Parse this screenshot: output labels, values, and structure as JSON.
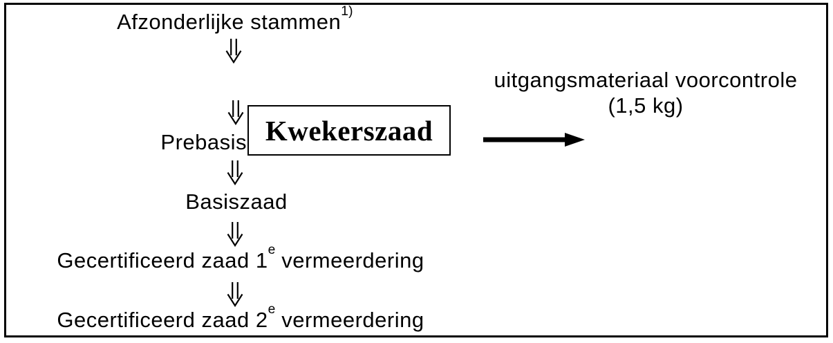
{
  "colors": {
    "ink": "#000000",
    "paper": "#ffffff"
  },
  "flowchart": {
    "step_top": {
      "label": "Afzonderlijke stammen",
      "footnote_marker": "1)"
    },
    "prebasis": {
      "label": "Prebasis"
    },
    "kwekerszaad": {
      "label": "Kwekerszaad"
    },
    "basiszaad": {
      "label": "Basiszaad"
    },
    "certified_1": {
      "prefix": "Gecertificeerd zaad 1",
      "superscript": "e",
      "suffix": "vermeerdering"
    },
    "certified_2": {
      "prefix": "Gecertificeerd zaad 2",
      "superscript": "e",
      "suffix": "vermeerdering"
    },
    "down_arrow_count": 5
  },
  "side_annotation": {
    "line1": "uitgangsmateriaal voorcontrole",
    "line2": "(1,5 kg)"
  }
}
